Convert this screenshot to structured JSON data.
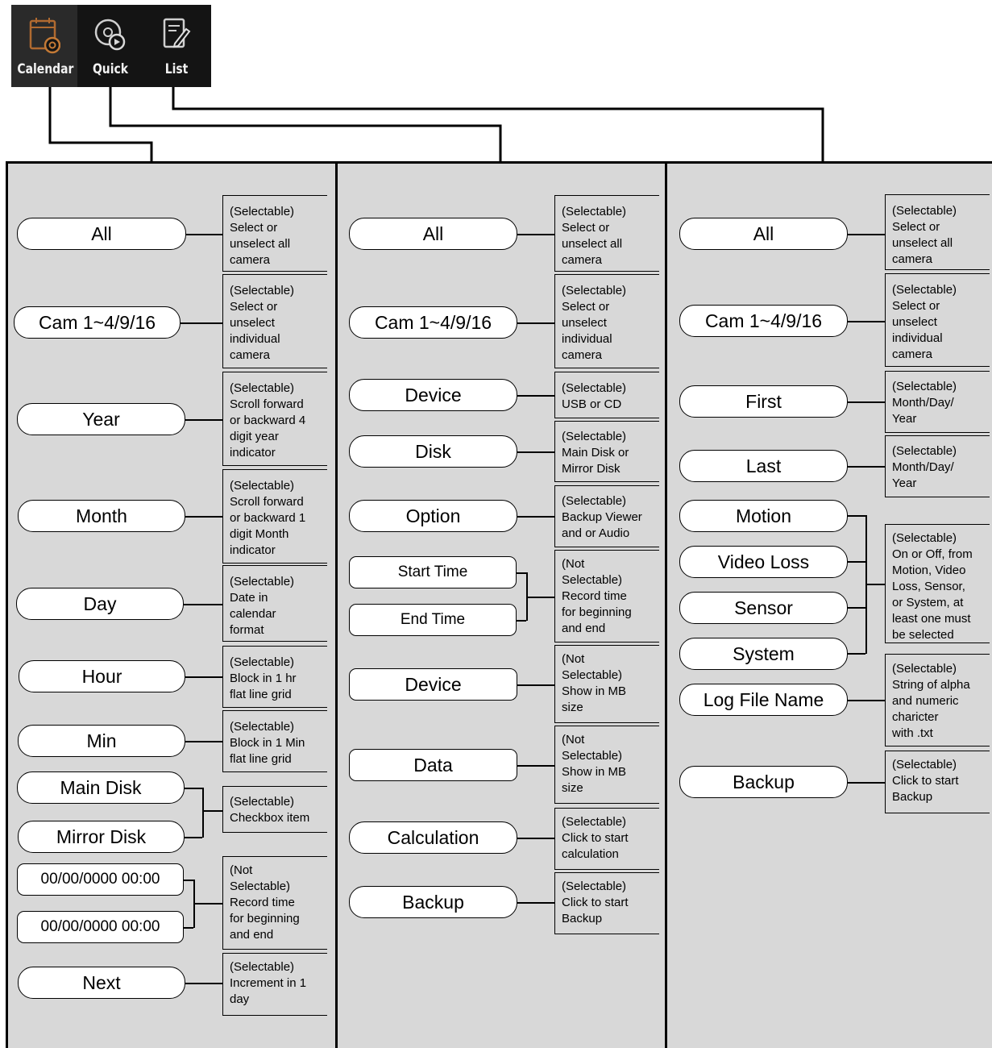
{
  "toolbar": {
    "buttons": [
      {
        "label": "Calendar",
        "icon": "calendar-icon"
      },
      {
        "label": "Quick",
        "icon": "quick-disc-icon"
      },
      {
        "label": "List",
        "icon": "list-edit-icon"
      }
    ]
  },
  "calendar": {
    "all": "All",
    "all_desc": "(Selectable)\nSelect or\nunselect all\ncamera",
    "cam": "Cam 1~4/9/16",
    "cam_desc": "(Selectable)\nSelect or\nunselect\nindividual\ncamera",
    "year": "Year",
    "year_desc": "(Selectable)\nScroll forward\nor backward 4\ndigit year\nindicator",
    "month": "Month",
    "month_desc": "(Selectable)\nScroll forward\nor backward 1\ndigit Month\nindicator",
    "day": "Day",
    "day_desc": "(Selectable)\nDate in\ncalendar\nformat",
    "hour": "Hour",
    "hour_desc": "(Selectable)\nBlock in 1 hr\nflat line grid",
    "min": "Min",
    "min_desc": "(Selectable)\nBlock in 1 Min\nflat line grid",
    "main_disk": "Main Disk",
    "mirror_disk": "Mirror Disk",
    "disk_desc": "(Selectable)\nCheckbox item",
    "time_start": "00/00/0000 00:00",
    "time_end": "00/00/0000 00:00",
    "time_desc": "(Not\nSelectable)\nRecord time\nfor beginning\nand end",
    "next": "Next",
    "next_desc": "(Selectable)\nIncrement in 1\nday"
  },
  "quick": {
    "all": "All",
    "all_desc": "(Selectable)\nSelect or\nunselect all\ncamera",
    "cam": "Cam 1~4/9/16",
    "cam_desc": "(Selectable)\nSelect or\nunselect\nindividual\ncamera",
    "device": "Device",
    "device_desc": "(Selectable)\nUSB or CD",
    "disk": "Disk",
    "disk_desc": "(Selectable)\nMain Disk or\nMirror Disk",
    "option": "Option",
    "option_desc": "(Selectable)\nBackup Viewer\nand or Audio",
    "start_time": "Start Time",
    "end_time": "End Time",
    "time_desc": "(Not\nSelectable)\nRecord time\nfor beginning\nand end",
    "device2": "Device",
    "device2_desc": "(Not\nSelectable)\nShow in MB\nsize",
    "data": "Data",
    "data_desc": "(Not\nSelectable)\nShow in MB\nsize",
    "calculation": "Calculation",
    "calculation_desc": "(Selectable)\nClick to start\ncalculation",
    "backup": "Backup",
    "backup_desc": "(Selectable)\nClick to start\nBackup"
  },
  "list": {
    "all": "All",
    "all_desc": "(Selectable)\nSelect or\nunselect all\ncamera",
    "cam": "Cam 1~4/9/16",
    "cam_desc": "(Selectable)\nSelect or\nunselect\nindividual\ncamera",
    "first": "First",
    "first_desc": "(Selectable)\nMonth/Day/\nYear",
    "last": "Last",
    "last_desc": "(Selectable)\nMonth/Day/\nYear",
    "motion": "Motion",
    "video_loss": "Video Loss",
    "sensor": "Sensor",
    "system": "System",
    "events_desc": "(Selectable)\nOn or Off, from\nMotion, Video\nLoss, Sensor,\nor System, at\nleast one must\nbe selected",
    "log_file": "Log File Name",
    "log_file_desc": "(Selectable)\nString of alpha\nand numeric\ncharicter\nwith .txt",
    "backup": "Backup",
    "backup_desc": "(Selectable)\nClick to start\nBackup"
  }
}
